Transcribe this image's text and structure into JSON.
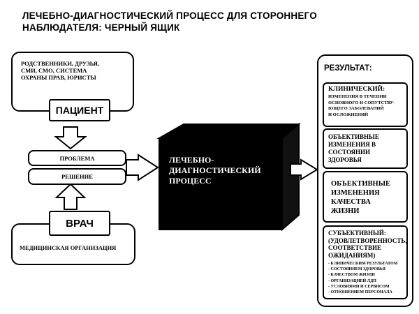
{
  "title": {
    "line1": "ЛЕЧЕБНО-ДИАГНОСТИЧЕСКИЙ ПРОЦЕСС ДЛЯ СТОРОННЕГО",
    "line2": "НАБЛЮДАТЕЛЯ: ЧЕРНЫЙ ЯЩИК"
  },
  "patient_block": {
    "context_line1": "РОДСТВЕННИКИ, ДРУЗЬЯ,",
    "context_line2": "СМИ, СМО, СИСТЕМА",
    "context_line3": "ОХРАНЫ ПРАВ, ЮРИСТЫ",
    "label": "ПАЦИЕНТ"
  },
  "problem_label": "ПРОБЛЕМА",
  "solution_label": "РЕШЕНИЕ",
  "doctor_block": {
    "label": "ВРАЧ",
    "org": "МЕДИЦИНСКАЯ ОРГАНИЗАЦИЯ"
  },
  "process": {
    "line1": "ЛЕЧЕБНО-",
    "line2": "ДИАГНОСТИЧЕСКИЙ",
    "line3": "ПРОЦЕСС"
  },
  "result": {
    "heading": "РЕЗУЛЬТАТ:",
    "clinical_title": "КЛИНИЧЕСКИЙ:",
    "clinical_l1": "ИЗМЕНЕНИЯ В ТЕЧЕНИИ",
    "clinical_l2": "ОСНОВНОГО И СОПУТСТВУ-",
    "clinical_l3": "ЮЩЕГО ЗАБОЛЕВАНИЙ",
    "clinical_l4": "И ОСЛОЖНЕНИЙ",
    "objective_health_l1": "ОБЪЕКТИВНЫЕ",
    "objective_health_l2": "ИЗМЕНЕНИЯ В",
    "objective_health_l3": "СОСТОЯНИИ",
    "objective_health_l4": "ЗДОРОВЬЯ",
    "objective_quality_l1": "ОБЪЕКТИВНЫЕ",
    "objective_quality_l2": "ИЗМЕНЕНИЯ",
    "objective_quality_l3": "КАЧЕСТВА",
    "objective_quality_l4": "ЖИЗНИ",
    "subjective_title": "СУБЪЕКТИВНЫЙ:",
    "subjective_l1": "(УДОВЛЕТВОРЕННОСТЬ,",
    "subjective_l2": "СООТВЕТСТВИЕ",
    "subjective_l3": "ОЖИДАНИЯМ)",
    "subjective_items": [
      "- КЛИНИЧЕСКИМ РЕЗУЛЬТАТОМ",
      "- СОСТОЯНИЕМ ЗДОРОВЬЯ",
      "- КАЧЕСТВОМ ЖИЗНИ",
      "- ОРГАНИЗАЦИЕЙ ЛДП",
      "- УСЛОВИЯМИ И СЕРВИСОМ",
      "- ОТНОШЕНИЕМ ПЕРСОНАЛА"
    ]
  }
}
